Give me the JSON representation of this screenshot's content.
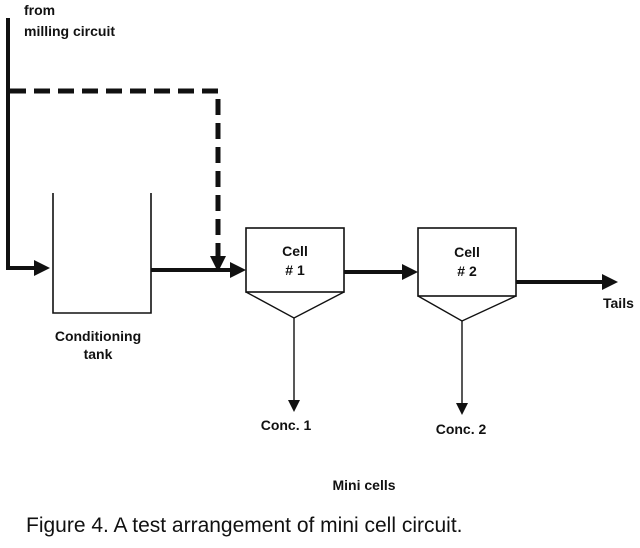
{
  "labels": {
    "from_line1": "from",
    "from_line2": "milling circuit",
    "tank_line1": "Conditioning",
    "tank_line2": "tank",
    "cell1_line1": "Cell",
    "cell1_line2": "# 1",
    "cell2_line1": "Cell",
    "cell2_line2": "# 2",
    "tails": "Tails",
    "conc1": "Conc. 1",
    "conc2": "Conc. 2",
    "mini_cells": "Mini cells"
  },
  "caption": "Figure 4.  A test arrangement of mini cell circuit."
}
